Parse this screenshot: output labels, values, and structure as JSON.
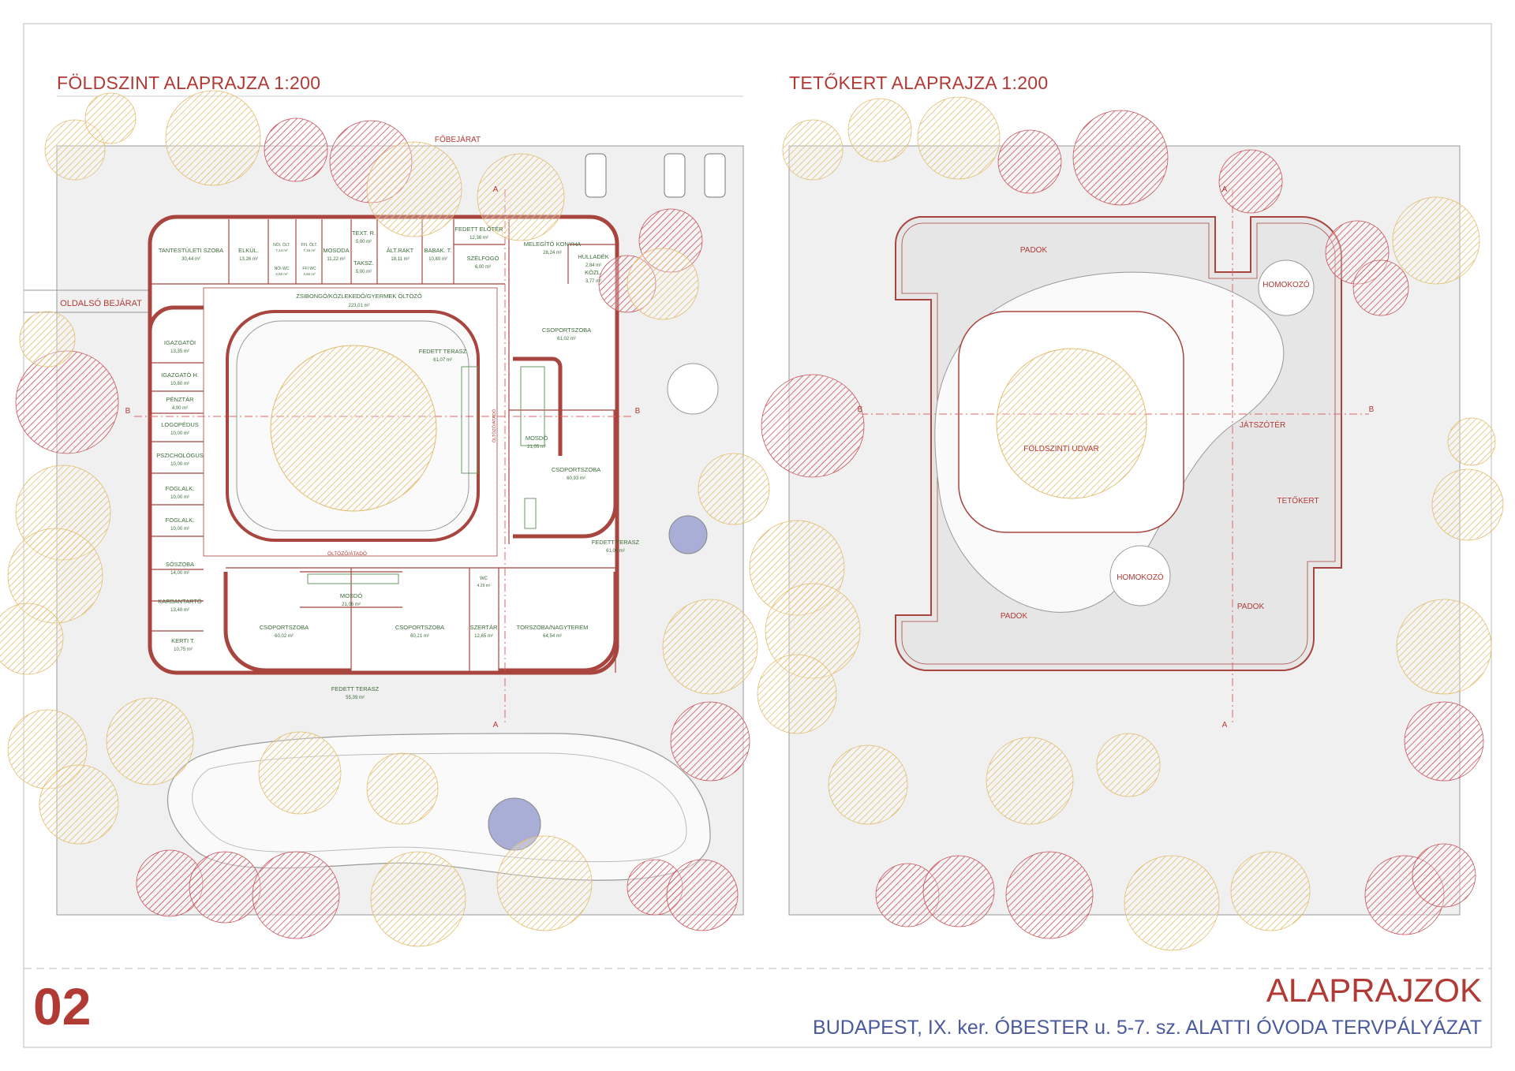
{
  "sheet": {
    "page_number": "02",
    "title": "ALAPRAJZOK",
    "subtitle": "BUDAPEST, IX. ker. ÓBESTER u. 5-7. sz. ALATTI ÓVODA TERVPÁLYÁZAT"
  },
  "ground_floor": {
    "title": "FÖLDSZINT ALAPRAJZA 1:200",
    "main_entrance": "FŐBEJÁRAT",
    "side_entrance": "OLDALSÓ BEJÁRAT",
    "section_a": "A",
    "section_b": "B",
    "rooms": {
      "tantestuleti": {
        "name": "TANTESTÜLETI SZOBA",
        "area": "30,44 m²"
      },
      "elkul": {
        "name": "ELKÜL.",
        "area": "13,26 m²"
      },
      "noi_olt": {
        "name": "NŐI. ÖLT.",
        "area": "7,14 m²"
      },
      "ffi_olt": {
        "name": "FFI. ÖLT.",
        "area": "7,16 m²"
      },
      "noi_wc": {
        "name": "NŐI WC",
        "area": "2,60 m²"
      },
      "ffi_wc": {
        "name": "FFI WC",
        "area": "3,60 m²"
      },
      "mosoda": {
        "name": "MOSODA",
        "area": "11,22 m²"
      },
      "text_r": {
        "name": "TEXT. R.",
        "area": "5,00 m²"
      },
      "taksz": {
        "name": "TAKSZ.",
        "area": "5,00 m²"
      },
      "alt_rakt": {
        "name": "ÁLT.RAKT",
        "area": "18,11 m²"
      },
      "babak_t": {
        "name": "BABAK. T.",
        "area": "10,80 m²"
      },
      "fedett_eloter": {
        "name": "FEDETT ELŐTÉR",
        "area": "12,36 m²"
      },
      "szelfogo": {
        "name": "SZÉLFOGÓ",
        "area": "6,00 m²"
      },
      "melegito": {
        "name": "MELEGÍTŐ KONYHA",
        "area": "28,24 m²"
      },
      "hulladek": {
        "name": "HULLADÉK",
        "area": "2,84 m²"
      },
      "kozl": {
        "name": "KÖZL.",
        "area": "3,77 m²"
      },
      "zsibongo": {
        "name": "ZSIBONGÓ/KÖZLEKEDŐ/GYERMEK ÖLTÖZŐ",
        "area": "223,01 m²"
      },
      "igazgatoi": {
        "name": "IGAZGATÓI",
        "area": "13,35 m²"
      },
      "igazgato_h": {
        "name": "IGAZGATÓ H.",
        "area": "10,80 m²"
      },
      "penztar": {
        "name": "PÉNZTÁR",
        "area": "4,00 m²"
      },
      "logopedus": {
        "name": "LOGOPÉDUS",
        "area": "10,00 m²"
      },
      "pszichologus": {
        "name": "PSZICHOLÓGUS",
        "area": "10,00 m²"
      },
      "foglalk1": {
        "name": "FOGLALK.",
        "area": "10,00 m²"
      },
      "foglalk2": {
        "name": "FOGLALK.",
        "area": "10,00 m²"
      },
      "soszoba": {
        "name": "SÓSZOBA",
        "area": "14,00 m²"
      },
      "karbantarto": {
        "name": "KARBANTARTÓ",
        "area": "13,40 m²"
      },
      "kerti_t": {
        "name": "KERTI T.",
        "area": "10,75 m²"
      },
      "fedett_terasz_center": {
        "name": "FEDETT TERASZ",
        "area": "61,07 m²"
      },
      "csoportszoba_ne": {
        "name": "CSOPORTSZOBA",
        "area": "61,02 m²"
      },
      "mosdo_e": {
        "name": "MOSDÓ",
        "area": "21,05 m²"
      },
      "csoportszoba_e": {
        "name": "CSOPORTSZOBA",
        "area": "60,93 m²"
      },
      "fedett_terasz_e": {
        "name": "FEDETT TERASZ",
        "area": "61,04 m²"
      },
      "oltozo_atado_s": {
        "name": "ÖLTÖZŐ/ÁTADÓ"
      },
      "oltozo_atado_e": {
        "name": "ÖLTÖZŐ/ÁTADÓ"
      },
      "mosdo_s": {
        "name": "MOSDÓ",
        "area": "21,06 m²"
      },
      "wc_s": {
        "name": "WC",
        "area": "4,29 m²"
      },
      "csoportszoba_sw": {
        "name": "CSOPORTSZOBA",
        "area": "60,02 m²"
      },
      "csoportszoba_s": {
        "name": "CSOPORTSZOBA",
        "area": "60,21 m²"
      },
      "szertar": {
        "name": "SZERTÁR",
        "area": "12,65 m²"
      },
      "torszoba": {
        "name": "TORSZOBA/NAGYTEREM",
        "area": "64,54 m²"
      },
      "fedett_terasz_s": {
        "name": "FEDETT TERASZ",
        "area": "55,39 m²"
      }
    }
  },
  "roof_garden": {
    "title": "TETŐKERT ALAPRAJZA 1:200",
    "labels": {
      "padok_n": "PADOK",
      "homokozo_ne": "HOMOKOZÓ",
      "jatszoter": "JÁTSZÓTÉR",
      "foldszinti_udvar": "FÖLDSZINTI UDVAR",
      "tetokert": "TETŐKERT",
      "homokozo_s": "HOMOKOZÓ",
      "padok_sw": "PADOK",
      "padok_se": "PADOK"
    },
    "section_a": "A",
    "section_b": "B"
  },
  "colors": {
    "accent_red": "#b23a35",
    "wall_red": "#a8453e",
    "room_text_green": "#3d6b3a",
    "subtitle_blue": "#4a5a9c",
    "tree_red": "#c9535b",
    "tree_yellow": "#e3bd6f",
    "pool_blue": "#a9aed6"
  }
}
